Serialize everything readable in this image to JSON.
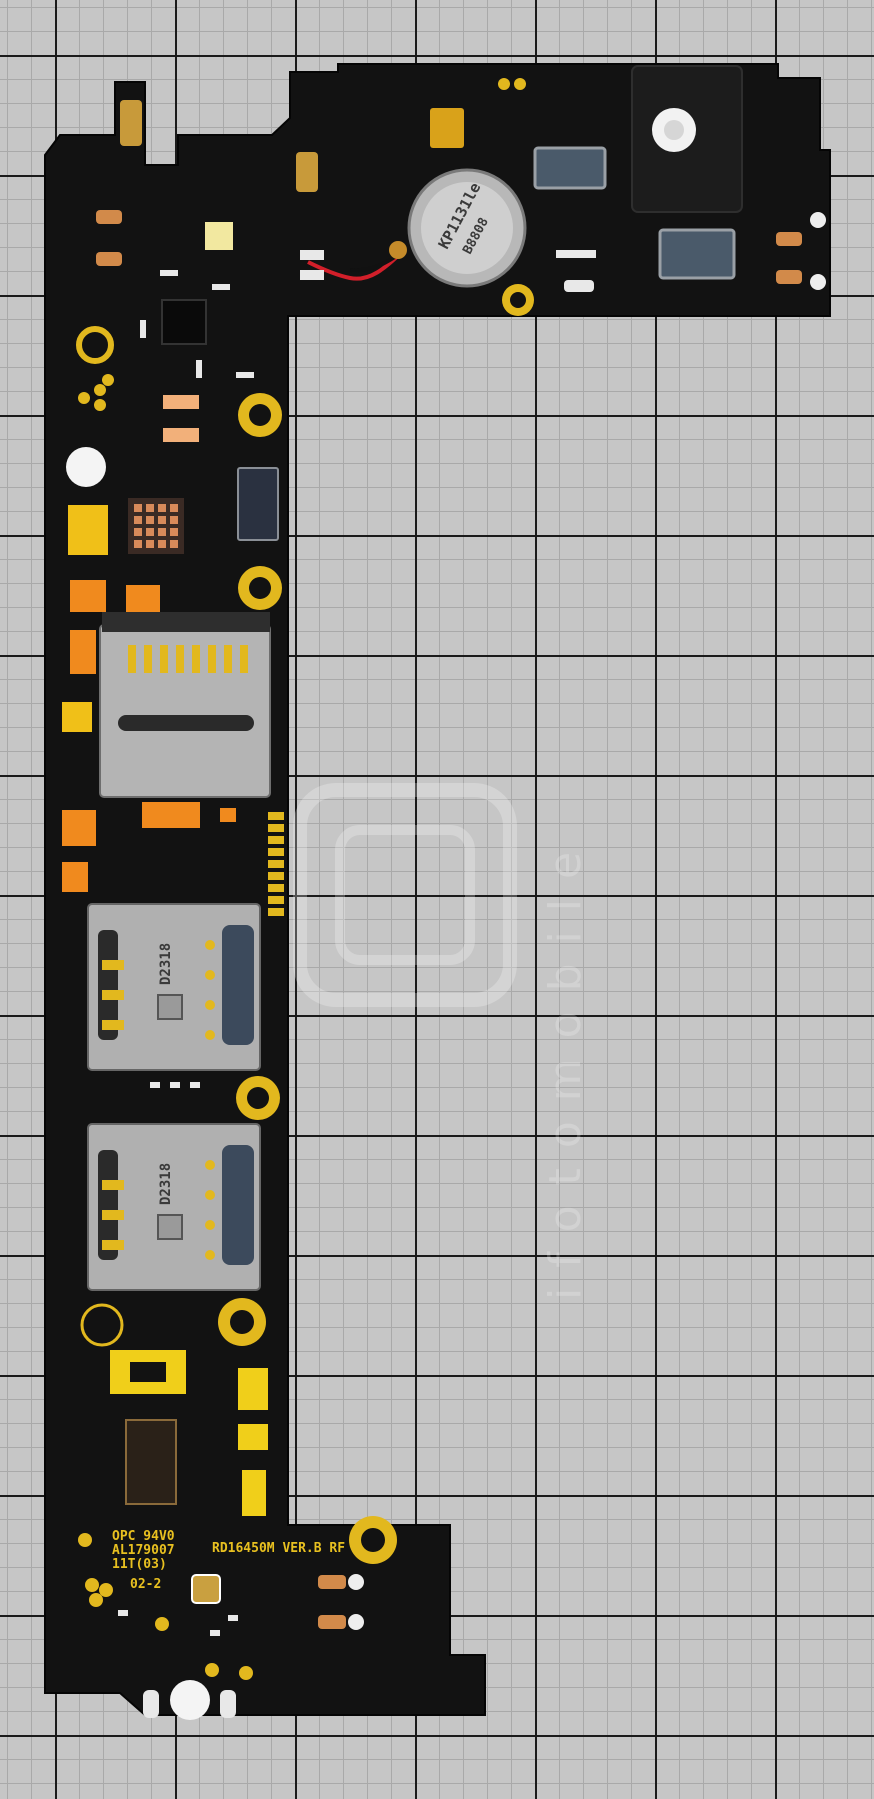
{
  "photo": {
    "subject": "",
    "background_colors": {
      "paper": "#c6c6c6",
      "major_grid": "#1a1a1a",
      "minor_grid": "#a9a9a9"
    },
    "colors": {
      "pcb": "#121212",
      "gold": "#e2b81e",
      "orange_component": "#f08a1e",
      "metal": "#a8a8a8",
      "red_wire": "#d21f2a"
    },
    "silkscreen": {
      "board_code": "RD16450M VER.B RF",
      "cert_line_1": "OPC 94V0",
      "cert_line_2": "AL179007",
      "cert_line_3": "11T(03)",
      "cert_line_4": "02-2"
    },
    "sim_tray_1_marking": "D2318",
    "sim_tray_2_marking": "D2318",
    "vibration_motor_marking_1": "KP1131le",
    "vibration_motor_marking_2": "B8808",
    "watermark_text": "ifotomobile"
  }
}
